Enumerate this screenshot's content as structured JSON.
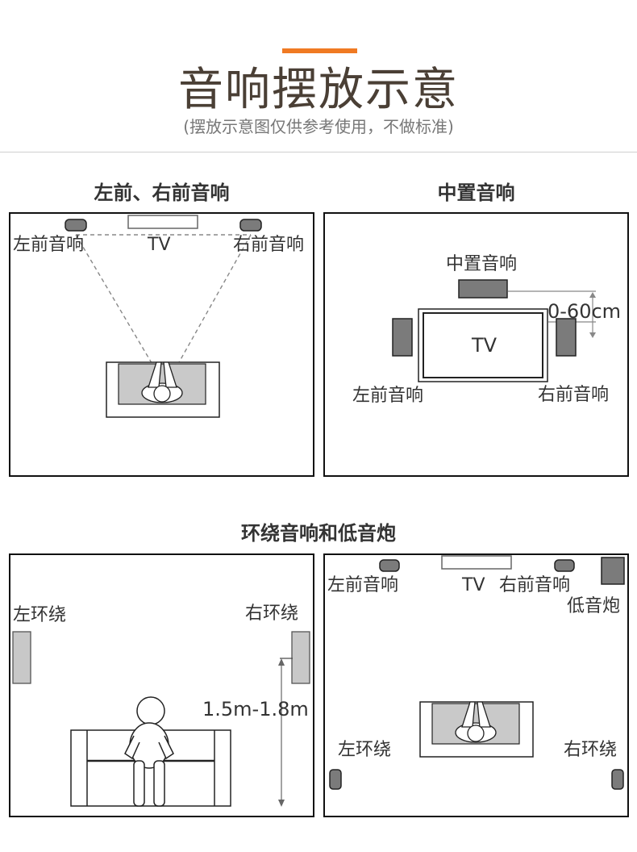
{
  "header": {
    "title": "音响摆放示意",
    "subtitle": "(摆放示意图仅供参考使用，不做标准)"
  },
  "section1": {
    "title": "左前、右前音响",
    "left_speaker": "左前音响",
    "tv": "TV",
    "right_speaker": "右前音响"
  },
  "section2": {
    "title": "中置音响",
    "center_speaker": "中置音响",
    "distance": "0-60cm",
    "tv": "TV",
    "left_speaker": "左前音响",
    "right_speaker": "右前音响"
  },
  "section3": {
    "title": "环绕音响和低音炮",
    "left_surround": "左环绕",
    "right_surround": "右环绕",
    "height": "1.5m-1.8m"
  },
  "section4": {
    "left_speaker": "左前音响",
    "tv": "TV",
    "right_speaker": "右前音响",
    "subwoofer": "低音炮",
    "left_surround": "左环绕",
    "right_surround": "右环绕"
  },
  "colors": {
    "accent": "#f07a23",
    "speaker_fill": "#7b7b7b",
    "surround_fill": "#c8c8c8",
    "frame": "#111111"
  }
}
